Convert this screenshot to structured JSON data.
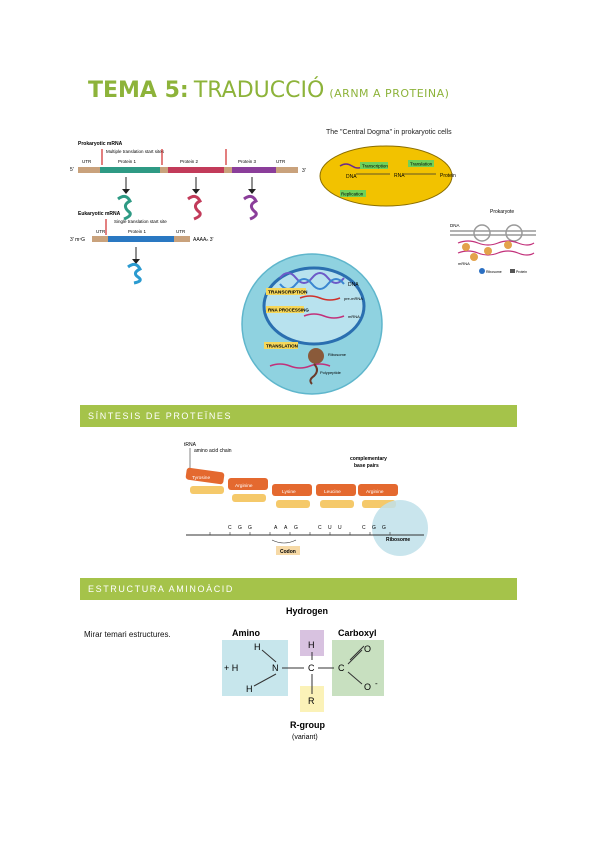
{
  "title": {
    "bold": "TEMA 5:",
    "normal": "TRADUCCIÓ",
    "small": "(ARNM A PROTEINA)"
  },
  "mrna_fig": {
    "prok_title": "Prokaryotic mRNA",
    "multi_sites": "Multiple translation start sites",
    "utr": "UTR",
    "five": "5'",
    "three": "3'",
    "protein1": "Protein 1",
    "protein2": "Protein 2",
    "protein3": "Protein 3",
    "euk_title": "Eukaryotic mRNA",
    "single_site": "Single translation start site",
    "cap": "3' m⁷G",
    "polyA": "AAAAₙ 3'"
  },
  "dogma_fig": {
    "title": "The \"Central Dogma\" in prokaryotic cells",
    "dna": "DNA",
    "transcription": "Transcription",
    "rna": "RNA",
    "translation": "Translation",
    "protein": "Protein",
    "replication": "Replication"
  },
  "prok_fig": {
    "label": "Prokaryote",
    "dna": "DNA",
    "mrna": "mRNA",
    "ribosome": "Ribosome",
    "legend2": "Protein"
  },
  "cell_fig": {
    "transcription": "TRANSCRIPTION",
    "dna": "DNA",
    "rna_processing": "RNA PROCESSING",
    "pre_mrna": "pre-mRNA",
    "mrna": "mRNA",
    "translation": "TRANSLATION",
    "ribosome": "Ribosome",
    "polypeptide": "Polypeptide"
  },
  "section1": "SÍNTESIS DE PROTEÏNES",
  "synth_fig": {
    "trna": "tRNA",
    "chain": "amino acid chain",
    "comp1": "complementary",
    "comp2": "base pairs",
    "aa": [
      "Tyrosine",
      "Arginine",
      "Lysine",
      "Leucine",
      "Arginine"
    ],
    "codons": [
      [
        "C",
        "G",
        "G"
      ],
      [
        "A",
        "A",
        "G"
      ],
      [
        "C",
        "U",
        "U"
      ],
      [
        "C",
        "G",
        "G"
      ]
    ],
    "codon_label": "Codon",
    "ribosome": "Ribosome"
  },
  "section2": "ESTRUCTURA AMINOÀCID",
  "note": "Mirar temari estructures.",
  "amino_fig": {
    "hydrogen": "Hydrogen",
    "amino": "Amino",
    "carboxyl": "Carboxyl",
    "h": "H",
    "n": "N",
    "c": "C",
    "o": "O",
    "o_minus": "O",
    "minus": "-",
    "plus_h": "+ H",
    "r": "R",
    "rgroup": "R-group",
    "variant": "(variant)"
  },
  "colors": {
    "accent": "#8db33a",
    "band": "#a5c34a"
  }
}
